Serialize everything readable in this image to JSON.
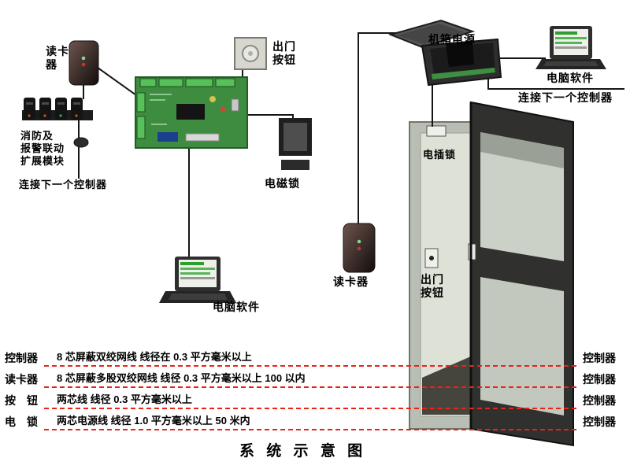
{
  "title": "系 统 示 意 图",
  "labels": {
    "card_reader_left": "读卡\n器",
    "fire_alarm_module": "消防及\n报警联动\n扩展模块",
    "connect_next_controller_left": "连接下一个控制器",
    "exit_button_top": "出门\n按钮",
    "magnetic_lock": "电磁锁",
    "pc_software_bottom": "电脑软件",
    "chassis_power": "机箱电源",
    "pc_software_right": "电脑软件",
    "connect_next_controller_right": "连接下一个控制器",
    "electric_bolt_lock": "电插锁",
    "card_reader_right": "读卡器",
    "exit_button_right": "出门\n按钮"
  },
  "wiring_specs": [
    {
      "from": "控制器",
      "spec": "8 芯屏蔽双绞网线  线径在 0.3 平方毫米以上",
      "to": "控制器"
    },
    {
      "from": "读卡器",
      "spec": "8 芯屏蔽多股双绞网线  线径 0.3 平方毫米以上  100 以内",
      "to": "控制器"
    },
    {
      "from": "按　钮",
      "spec": "两芯线   线径 0.3 平方毫米以上",
      "to": "控制器"
    },
    {
      "from": "电　锁",
      "spec": "两芯电源线  线径 1.0 平方毫米以上   50 米内",
      "to": "控制器"
    }
  ],
  "colors": {
    "wire_line": "#161616",
    "spec_dash": "#e8231c",
    "pcb_green": "#3d8c40",
    "door_frame": "#30302e",
    "wall_gray": "#b9beb4"
  }
}
